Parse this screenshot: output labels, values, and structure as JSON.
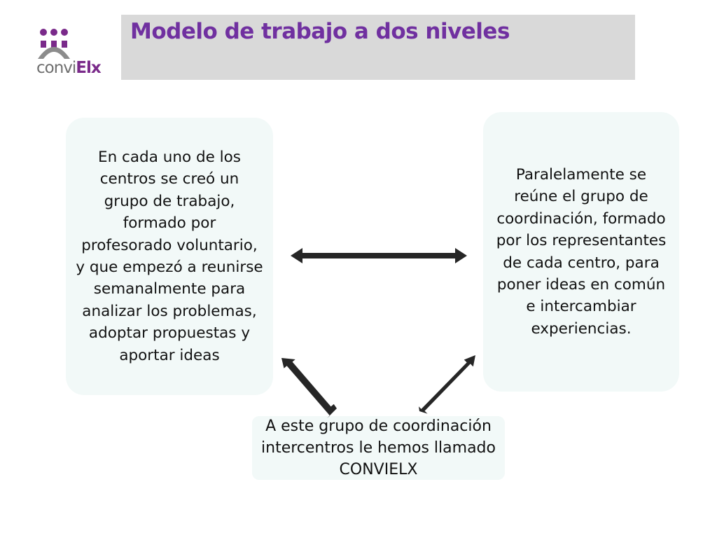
{
  "logo": {
    "text_primary": "convi",
    "text_accent": "Elx"
  },
  "title": "Modelo de trabajo a dos niveles",
  "boxes": {
    "left": "En cada uno de los centros se creó un grupo de trabajo, formado por profesorado voluntario, y que empezó a reunirse semanalmente para analizar los problemas, adoptar propuestas y aportar ideas",
    "right": "Paralelamente se reúne el grupo de coordinación, formado por los representantes de cada centro, para poner ideas en común e intercambiar experiencias.",
    "bottom": "A este grupo de coordinación intercentros le hemos llamado CONVIELX"
  },
  "colors": {
    "title": "#7030a0",
    "title_bar": "#d9d9d9",
    "box_fill": "#f2f9f8",
    "arrow": "#262626",
    "logo_purple": "#7a2a8a",
    "logo_gray": "#8c8c8c"
  }
}
